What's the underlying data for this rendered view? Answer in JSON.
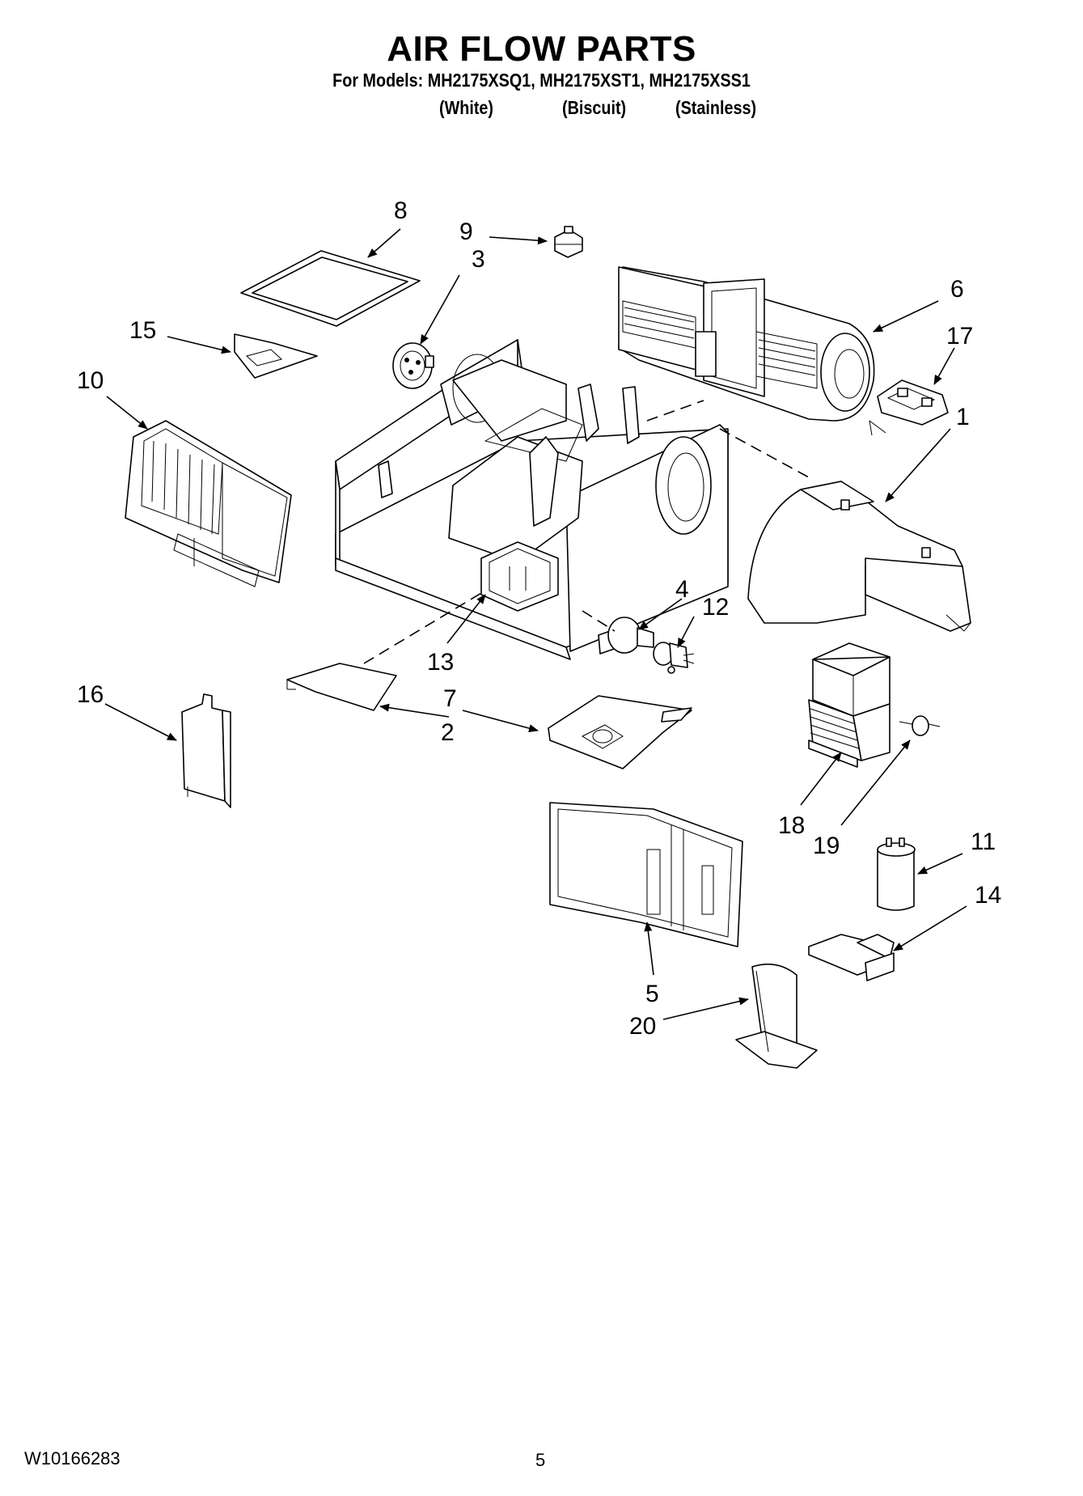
{
  "header": {
    "title": "AIR FLOW PARTS",
    "models_line": "For Models: MH2175XSQ1, MH2175XST1, MH2175XSS1",
    "variants": [
      "(White)",
      "(Biscuit)",
      "(Stainless)"
    ]
  },
  "callouts": [
    "1",
    "2",
    "3",
    "4",
    "5",
    "6",
    "7",
    "8",
    "9",
    "10",
    "11",
    "12",
    "13",
    "14",
    "15",
    "16",
    "17",
    "18",
    "19",
    "20"
  ],
  "footer": {
    "doc_number": "W10166283",
    "page_number": "5"
  }
}
